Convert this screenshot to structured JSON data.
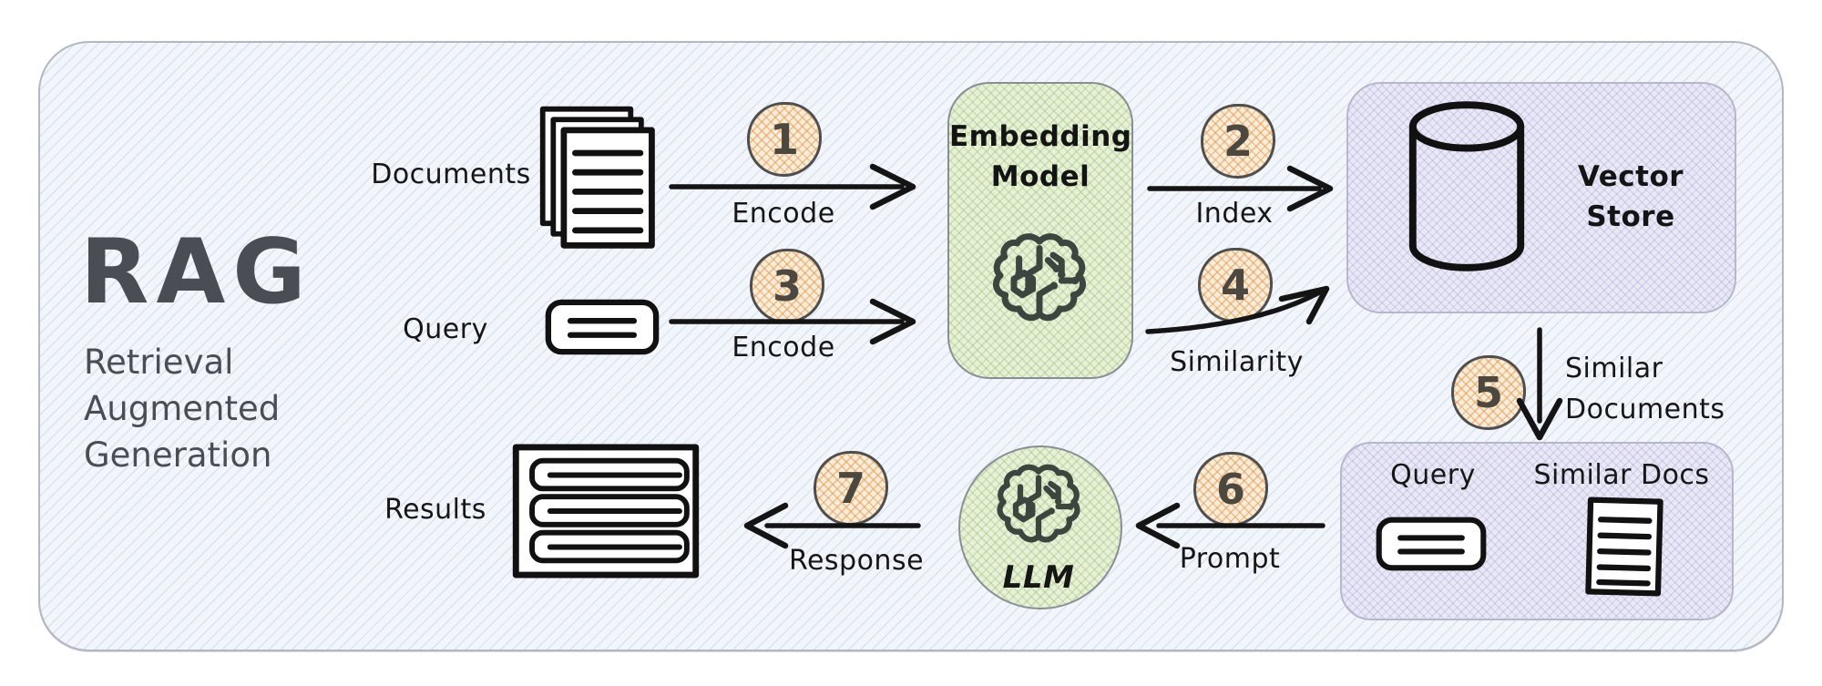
{
  "title": {
    "acronym": "RAG",
    "subtitle_lines": [
      "Retrieval",
      "Augmented",
      "Generation"
    ]
  },
  "labels": {
    "documents": "Documents",
    "query": "Query",
    "results": "Results",
    "embedding_line1": "Embedding",
    "embedding_line2": "Model",
    "vector_line1": "Vector",
    "vector_line2": "Store",
    "llm": "LLM",
    "retrieved_query": "Query",
    "retrieved_docs": "Similar Docs"
  },
  "steps": [
    {
      "num": "1",
      "label": "Encode"
    },
    {
      "num": "2",
      "label": "Index"
    },
    {
      "num": "3",
      "label": "Encode"
    },
    {
      "num": "4",
      "label": "Similarity"
    },
    {
      "num": "5",
      "label_line1": "Similar",
      "label_line2": "Documents"
    },
    {
      "num": "6",
      "label": "Prompt"
    },
    {
      "num": "7",
      "label": "Response"
    }
  ],
  "icons": [
    "documents-stack-icon",
    "query-pill-icon",
    "brain-circuit-icon",
    "database-cylinder-icon",
    "results-list-icon",
    "document-icon"
  ],
  "colors": {
    "board_bg": "#f2f6fb",
    "board_hatch": "#7d9bd7",
    "green_fill": "#e7f1d8",
    "green_hatch": "#86b25a",
    "lavender_fill": "#e9e9f6",
    "lavender_hatch": "#7878c3",
    "orange_fill": "#f9ecd9",
    "orange_hatch": "#de8e3c",
    "ink": "#161616",
    "title_color": "#4a4e54"
  }
}
